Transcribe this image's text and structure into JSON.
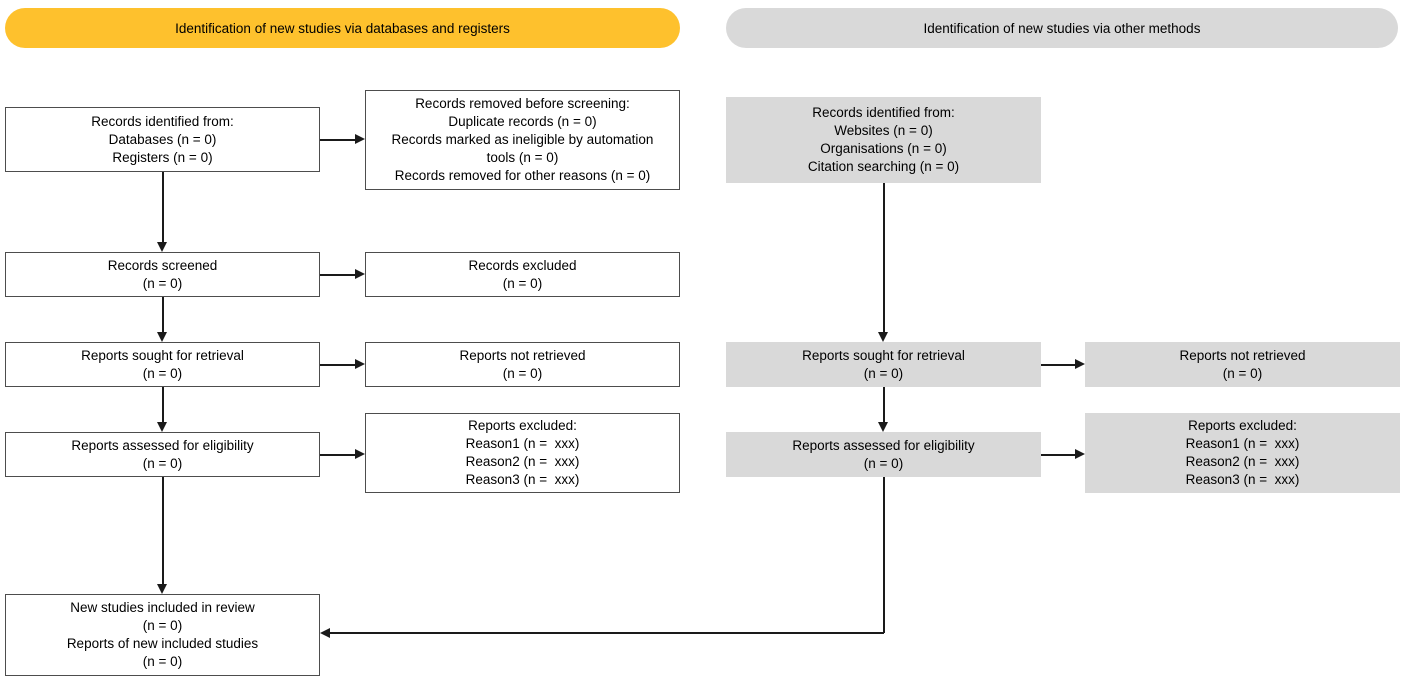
{
  "colors": {
    "banner-yellow": "#FEC12D",
    "banner-gray": "#D9D9D9",
    "box-gray": "#D9D9D9",
    "box-border": "#4D4D4D",
    "arrow": "#1A1A1A",
    "text": "#000000"
  },
  "banners": {
    "databases_registers": "Identification of new studies via databases and registers",
    "other_methods": "Identification of new studies via other methods"
  },
  "left_column": {
    "records_identified": "Records identified from:\nDatabases (n = 0)\nRegisters (n = 0)",
    "records_removed": "Records removed before screening:\nDuplicate records (n = 0)\nRecords marked as ineligible by automation\ntools (n = 0)\nRecords removed for other reasons (n = 0)",
    "records_screened": "Records screened\n(n = 0)",
    "records_excluded": "Records excluded\n(n = 0)",
    "reports_sought": "Reports sought for retrieval\n(n = 0)",
    "reports_not_retrieved": "Reports not retrieved\n(n = 0)",
    "reports_assessed": "Reports assessed for eligibility\n(n = 0)",
    "reports_excluded": "Reports excluded:\nReason1 (n =  xxx)\nReason2 (n =  xxx)\nReason3 (n =  xxx)",
    "new_studies_included": "New studies included in review\n(n = 0)\nReports of new included studies\n(n = 0)"
  },
  "right_column": {
    "records_identified": "Records identified from:\nWebsites (n = 0)\nOrganisations (n = 0)\nCitation searching (n = 0)",
    "reports_sought": "Reports sought for retrieval\n(n = 0)",
    "reports_not_retrieved": "Reports not retrieved\n(n = 0)",
    "reports_assessed": "Reports assessed for eligibility\n(n = 0)",
    "reports_excluded": "Reports excluded:\nReason1 (n =  xxx)\nReason2 (n =  xxx)\nReason3 (n =  xxx)"
  }
}
